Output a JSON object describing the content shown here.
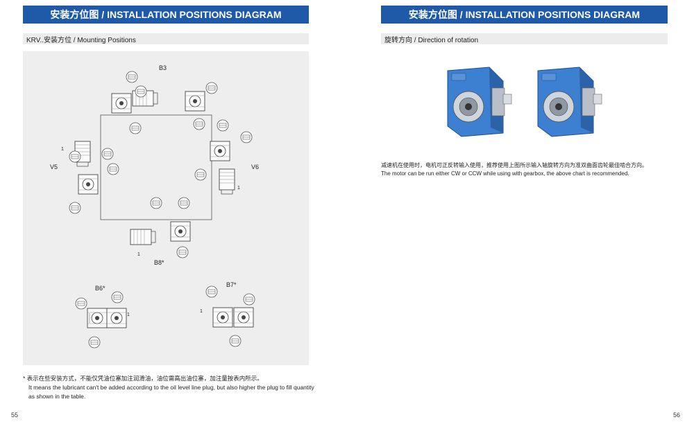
{
  "left_page": {
    "banner_title": "安装方位图 / INSTALLATION POSITIONS DIAGRAM",
    "subheading": "KRV..安装方位 / Mounting Positions",
    "position_labels": {
      "b3": "B3",
      "v5": "V5",
      "v6": "V6",
      "b8": "B8*",
      "b6": "B6*",
      "b7": "B7*"
    },
    "motor_marker": "1",
    "footnote": {
      "star": "*",
      "cn": "表示在些安装方式，不能仅凭油位塞加注润滑油，油位需高出油位塞，加注量按表内所示。",
      "en": "It means the lubricant can't be added according to the oil level line plug, but also higher the plug to fill quantity as shown in the table."
    },
    "page_number": "55"
  },
  "right_page": {
    "banner_title": "安装方位图 / INSTALLATION POSITIONS DIAGRAM",
    "subheading": "旋转方向 / Direction of rotation",
    "description_cn": "减速机在使用时，电机可正反转输入使用，推荐使用上图所示输入轴旋转方向为准双曲面齿轮最佳啮合方向。",
    "description_en": "The motor can be run either CW or CCW while using with gearbox, the above chart is recommended.",
    "page_number": "56"
  },
  "colors": {
    "banner": "#1e5aa8",
    "gearbox_blue": "#3d7fd0",
    "panel_gray": "#eeeeee"
  }
}
